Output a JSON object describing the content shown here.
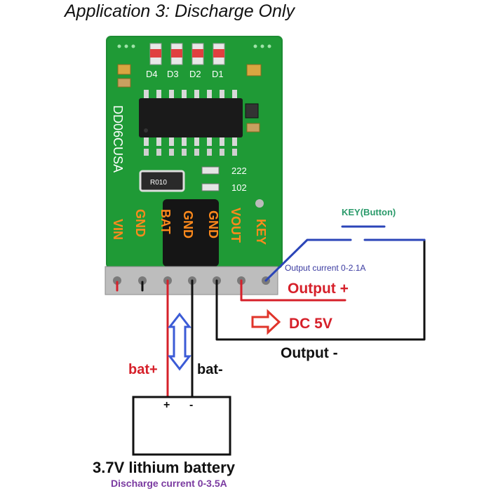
{
  "title": "Application 3: Discharge Only",
  "board": {
    "model": "DD06CUSA",
    "leds": [
      "D4",
      "D3",
      "D2",
      "D1"
    ],
    "resistor": "R010",
    "caps": [
      "222",
      "102"
    ],
    "pins": [
      "VIN",
      "GND",
      "BAT",
      "GND",
      "GND",
      "VOUT",
      "KEY"
    ]
  },
  "labels": {
    "key_button": "KEY(Button)",
    "output_current": "Output current 0-2.1A",
    "output_plus": "Output +",
    "dc_5v": "DC 5V",
    "output_minus": "Output -",
    "bat_plus": "bat+",
    "bat_minus": "bat-",
    "plus": "+",
    "minus": "-",
    "battery": "3.7V lithium battery",
    "discharge_current": "Discharge current  0-3.5A"
  },
  "colors": {
    "pcb": "#1f9a36",
    "pin_label": "#ff8a1c",
    "wire_red": "#d6202a",
    "wire_black": "#111111",
    "wire_blue": "#2b45b8",
    "key_label": "#2a9a6a",
    "arrow_blue": "#3b5bd6",
    "arrow_red": "#e0342a"
  }
}
